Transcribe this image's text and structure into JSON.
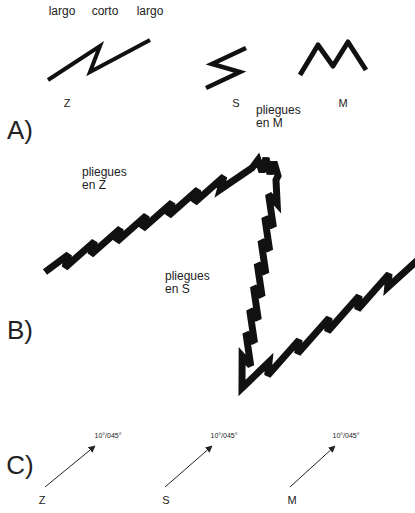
{
  "diagram": {
    "labels": [
      "largo",
      "corto",
      "largo",
      "Z",
      "S",
      "M",
      "A)",
      "pliegues en Z",
      "pliegues en M",
      "pliegues en S",
      "B)",
      "10°/045°",
      "10°/045°",
      "10°/045°",
      "Z",
      "S",
      "M",
      "C)"
    ]
  }
}
